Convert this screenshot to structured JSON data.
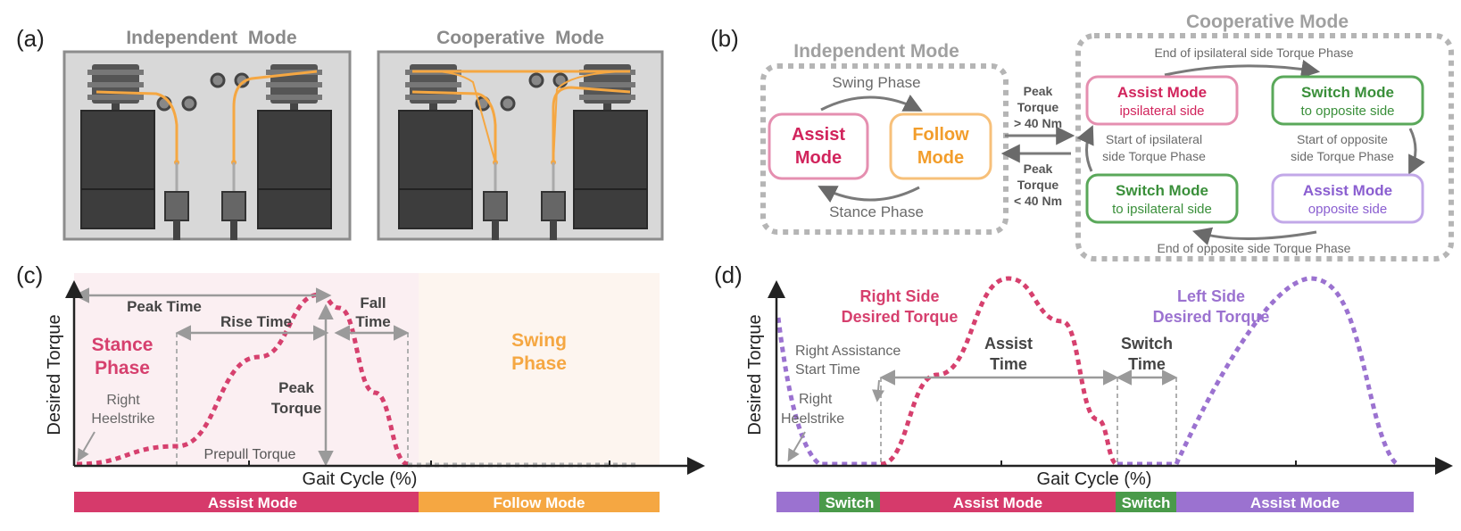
{
  "panel_a": {
    "label": "(a)",
    "left_title": "Independent  Mode",
    "right_title": "Cooperative  Mode"
  },
  "panel_b": {
    "label": "(b)",
    "independent_title": "Independent Mode",
    "cooperative_title": "Cooperative Mode",
    "swing_phase": "Swing Phase",
    "stance_phase": "Stance Phase",
    "assist_mode_1": "Assist",
    "assist_mode_2": "Mode",
    "follow_mode_1": "Follow",
    "follow_mode_2": "Mode",
    "peak_up_1": "Peak",
    "peak_up_2": "Torque",
    "peak_up_3": "> 40 Nm",
    "peak_down_1": "Peak",
    "peak_down_2": "Torque",
    "peak_down_3": "< 40 Nm",
    "end_ipsi": "End of ipsilateral side Torque Phase",
    "end_opp": "End of opposite side Torque Phase",
    "start_ipsi_1": "Start of ipsilateral",
    "start_ipsi_2": "side Torque Phase",
    "start_opp_1": "Start of opposite",
    "start_opp_2": "side Torque Phase",
    "box_assist_ipsi_title": "Assist Mode",
    "box_assist_ipsi_sub": "ipsilateral side",
    "box_switch_opp_title": "Switch Mode",
    "box_switch_opp_sub": "to opposite side",
    "box_switch_ipsi_title": "Switch Mode",
    "box_switch_ipsi_sub": "to ipsilateral side",
    "box_assist_opp_title": "Assist Mode",
    "box_assist_opp_sub": "opposite side"
  },
  "panel_c": {
    "label": "(c)",
    "ylabel": "Desired Torque",
    "xlabel": "Gait Cycle (%)",
    "stance_1": "Stance",
    "stance_2": "Phase",
    "swing_1": "Swing",
    "swing_2": "Phase",
    "peak_time": "Peak Time",
    "rise_time": "Rise Time",
    "fall_1": "Fall",
    "fall_2": "Time",
    "peak_torque_1": "Peak",
    "peak_torque_2": "Torque",
    "heel_1": "Right",
    "heel_2": "Heelstrike",
    "prepull": "Prepull Torque",
    "bar_assist": "Assist Mode",
    "bar_follow": "Follow Mode"
  },
  "panel_d": {
    "label": "(d)",
    "ylabel": "Desired Torque",
    "xlabel": "Gait Cycle (%)",
    "right_side_1": "Right Side",
    "right_side_2": "Desired Torque",
    "left_side_1": "Left Side",
    "left_side_2": "Desired Torque",
    "assist_time_1": "Assist",
    "assist_time_2": "Time",
    "switch_time_1": "Switch",
    "switch_time_2": "Time",
    "start_time_1": "Right Assistance",
    "start_time_2": "Start Time",
    "heel_1": "Right",
    "heel_2": "Heelstrike",
    "bar_switch_1": "Switch",
    "bar_assist_1": "Assist Mode",
    "bar_switch_2": "Switch",
    "bar_assist_2": "Assist Mode"
  },
  "colors": {
    "magenta": "#d63a6b",
    "orange": "#f5a742",
    "green": "#4a9a4a",
    "purple": "#9b72d0",
    "gray_dark": "#555555"
  }
}
